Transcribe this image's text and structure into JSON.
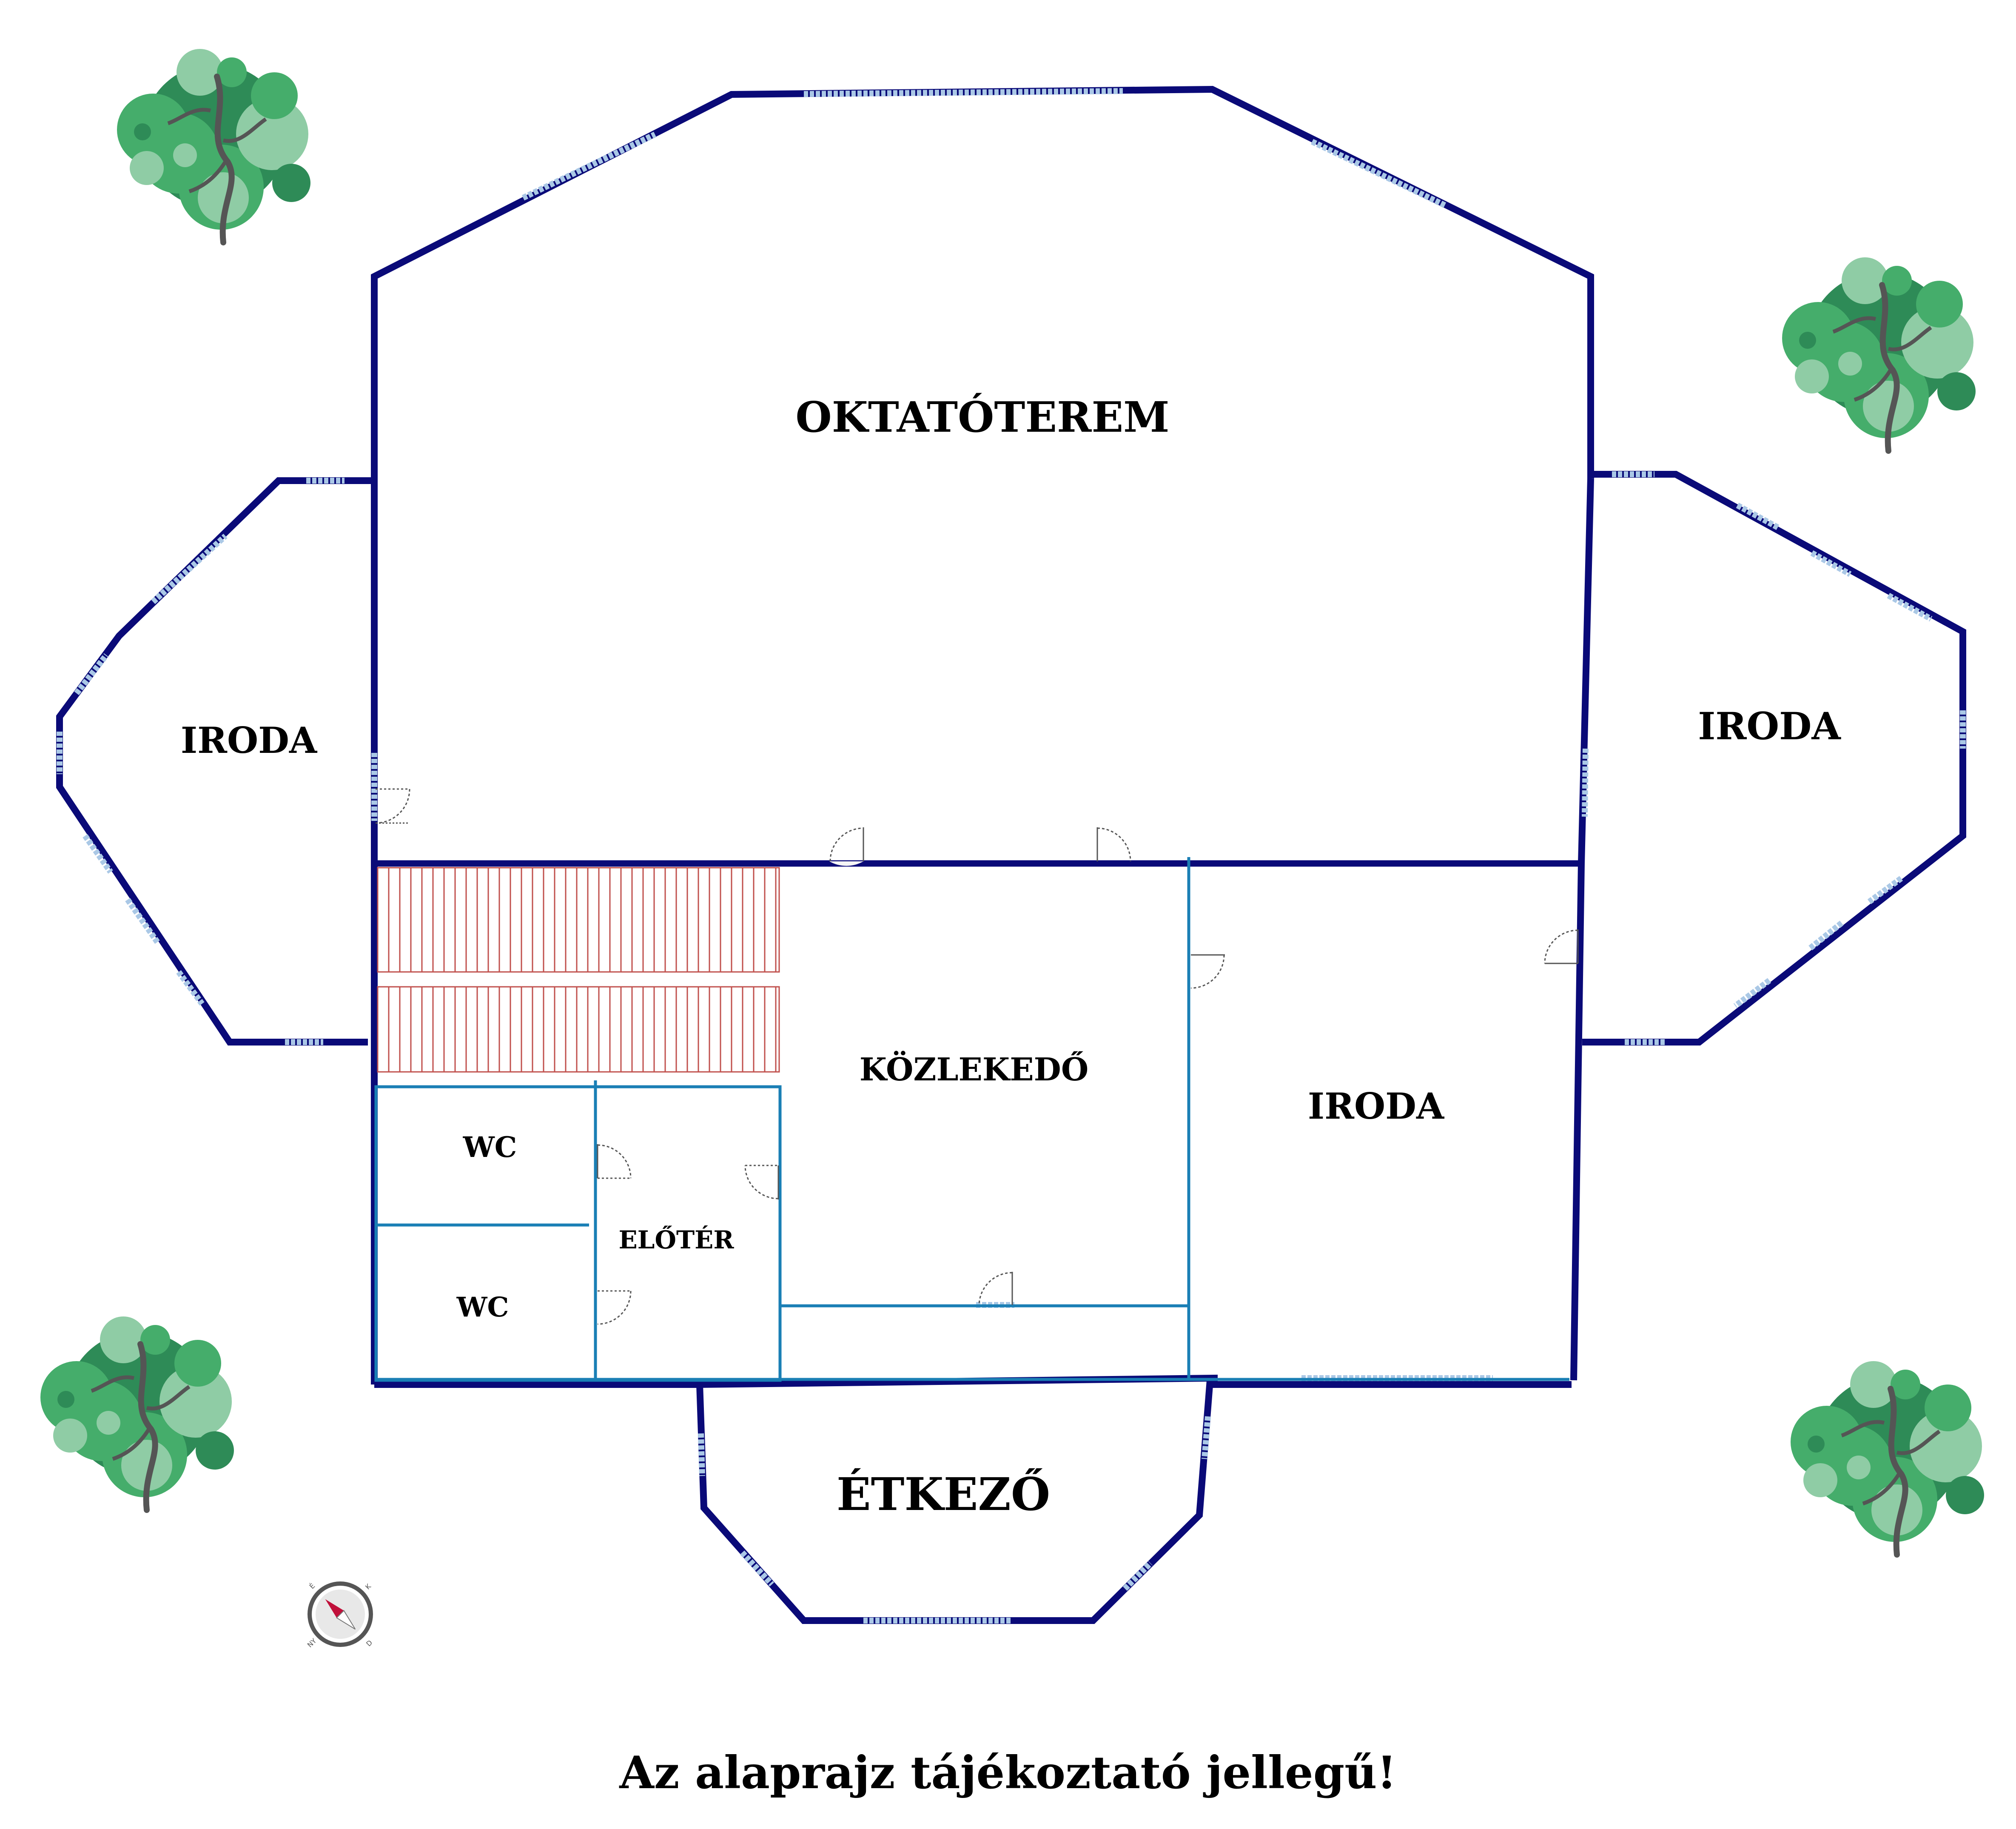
{
  "rooms": {
    "oktatoterem": "OKTATÓTEREM",
    "iroda_left": "IRODA",
    "iroda_right": "IRODA",
    "iroda_center": "IRODA",
    "kozlekedo": "KÖZLEKEDŐ",
    "wc_top": "WC",
    "wc_bottom": "WC",
    "eloter": "ELŐTÉR",
    "etkezo": "ÉTKEZŐ"
  },
  "compass": {
    "n": "É",
    "e": "K",
    "s": "D",
    "w": "NY"
  },
  "note": "Az alaprajz tájékoztató jellegű!",
  "colors": {
    "outer_wall": "#0a0a78",
    "inner_wall": "#1a7fb5",
    "window": "#aac8e6",
    "stairs": "#c0504d",
    "tree_dark": "#2e8b57",
    "tree_mid": "#45ad6b",
    "tree_light": "#8fccA5"
  },
  "icons": {
    "tree": "tree-icon",
    "compass": "compass-icon",
    "door": "door-swing-icon"
  }
}
